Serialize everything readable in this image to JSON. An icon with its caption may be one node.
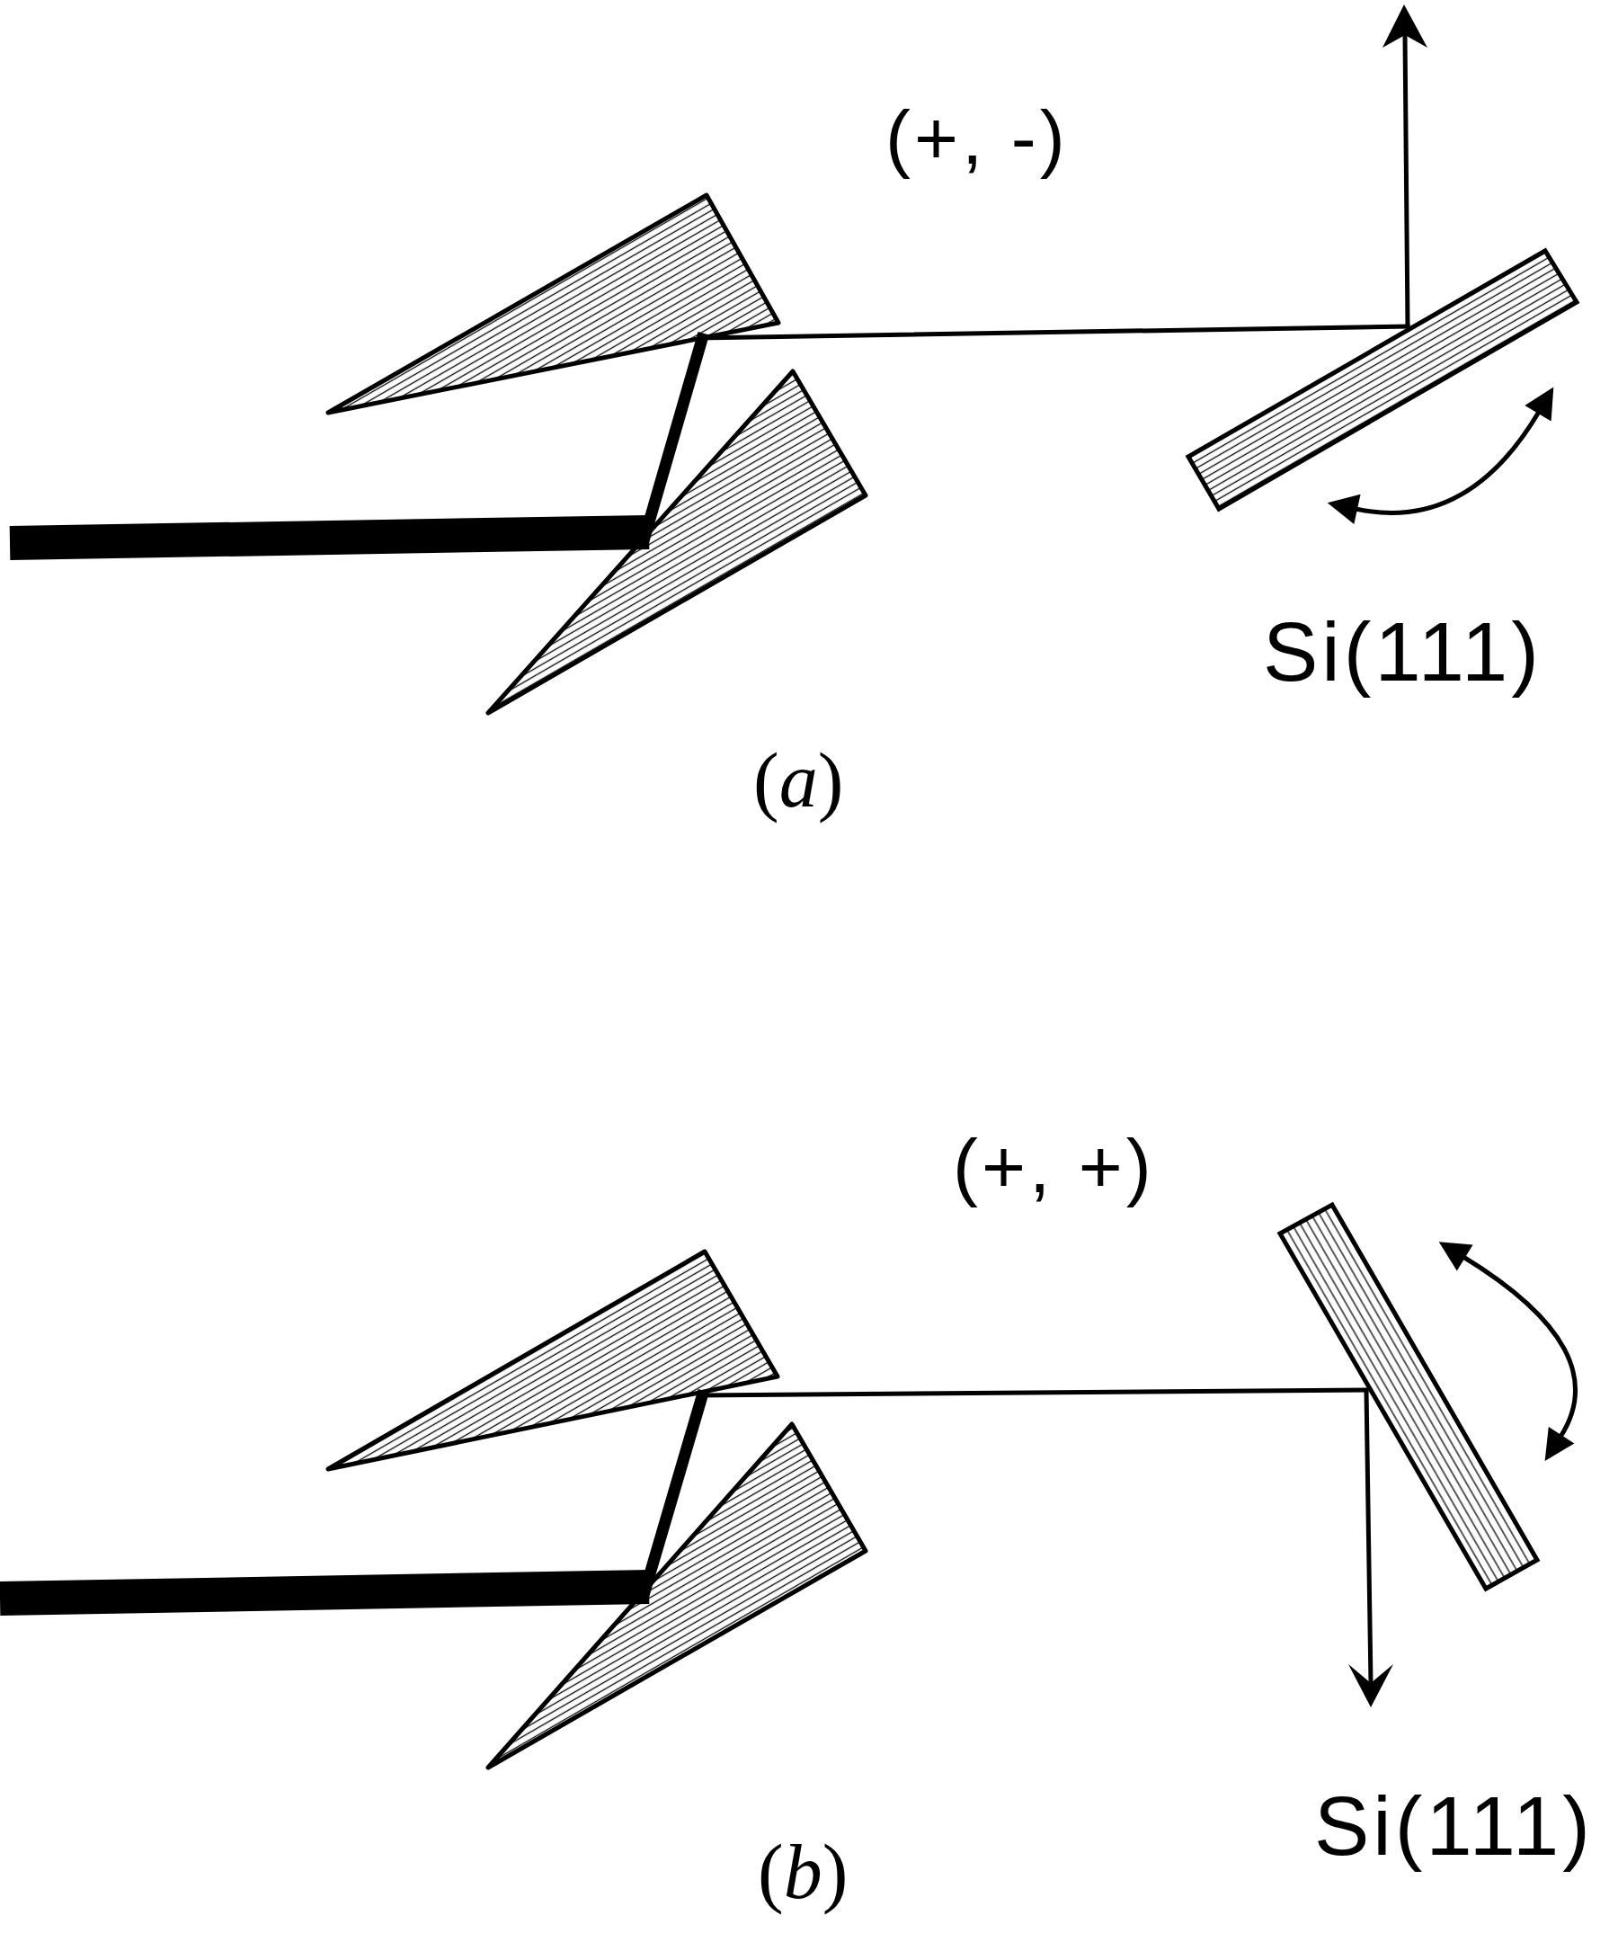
{
  "diagram": {
    "labels": [
      "(+, -)",
      "Si(111)",
      "(*a*)",
      "(+, +)",
      "Si(111)",
      "(*b*)"
    ]
  }
}
